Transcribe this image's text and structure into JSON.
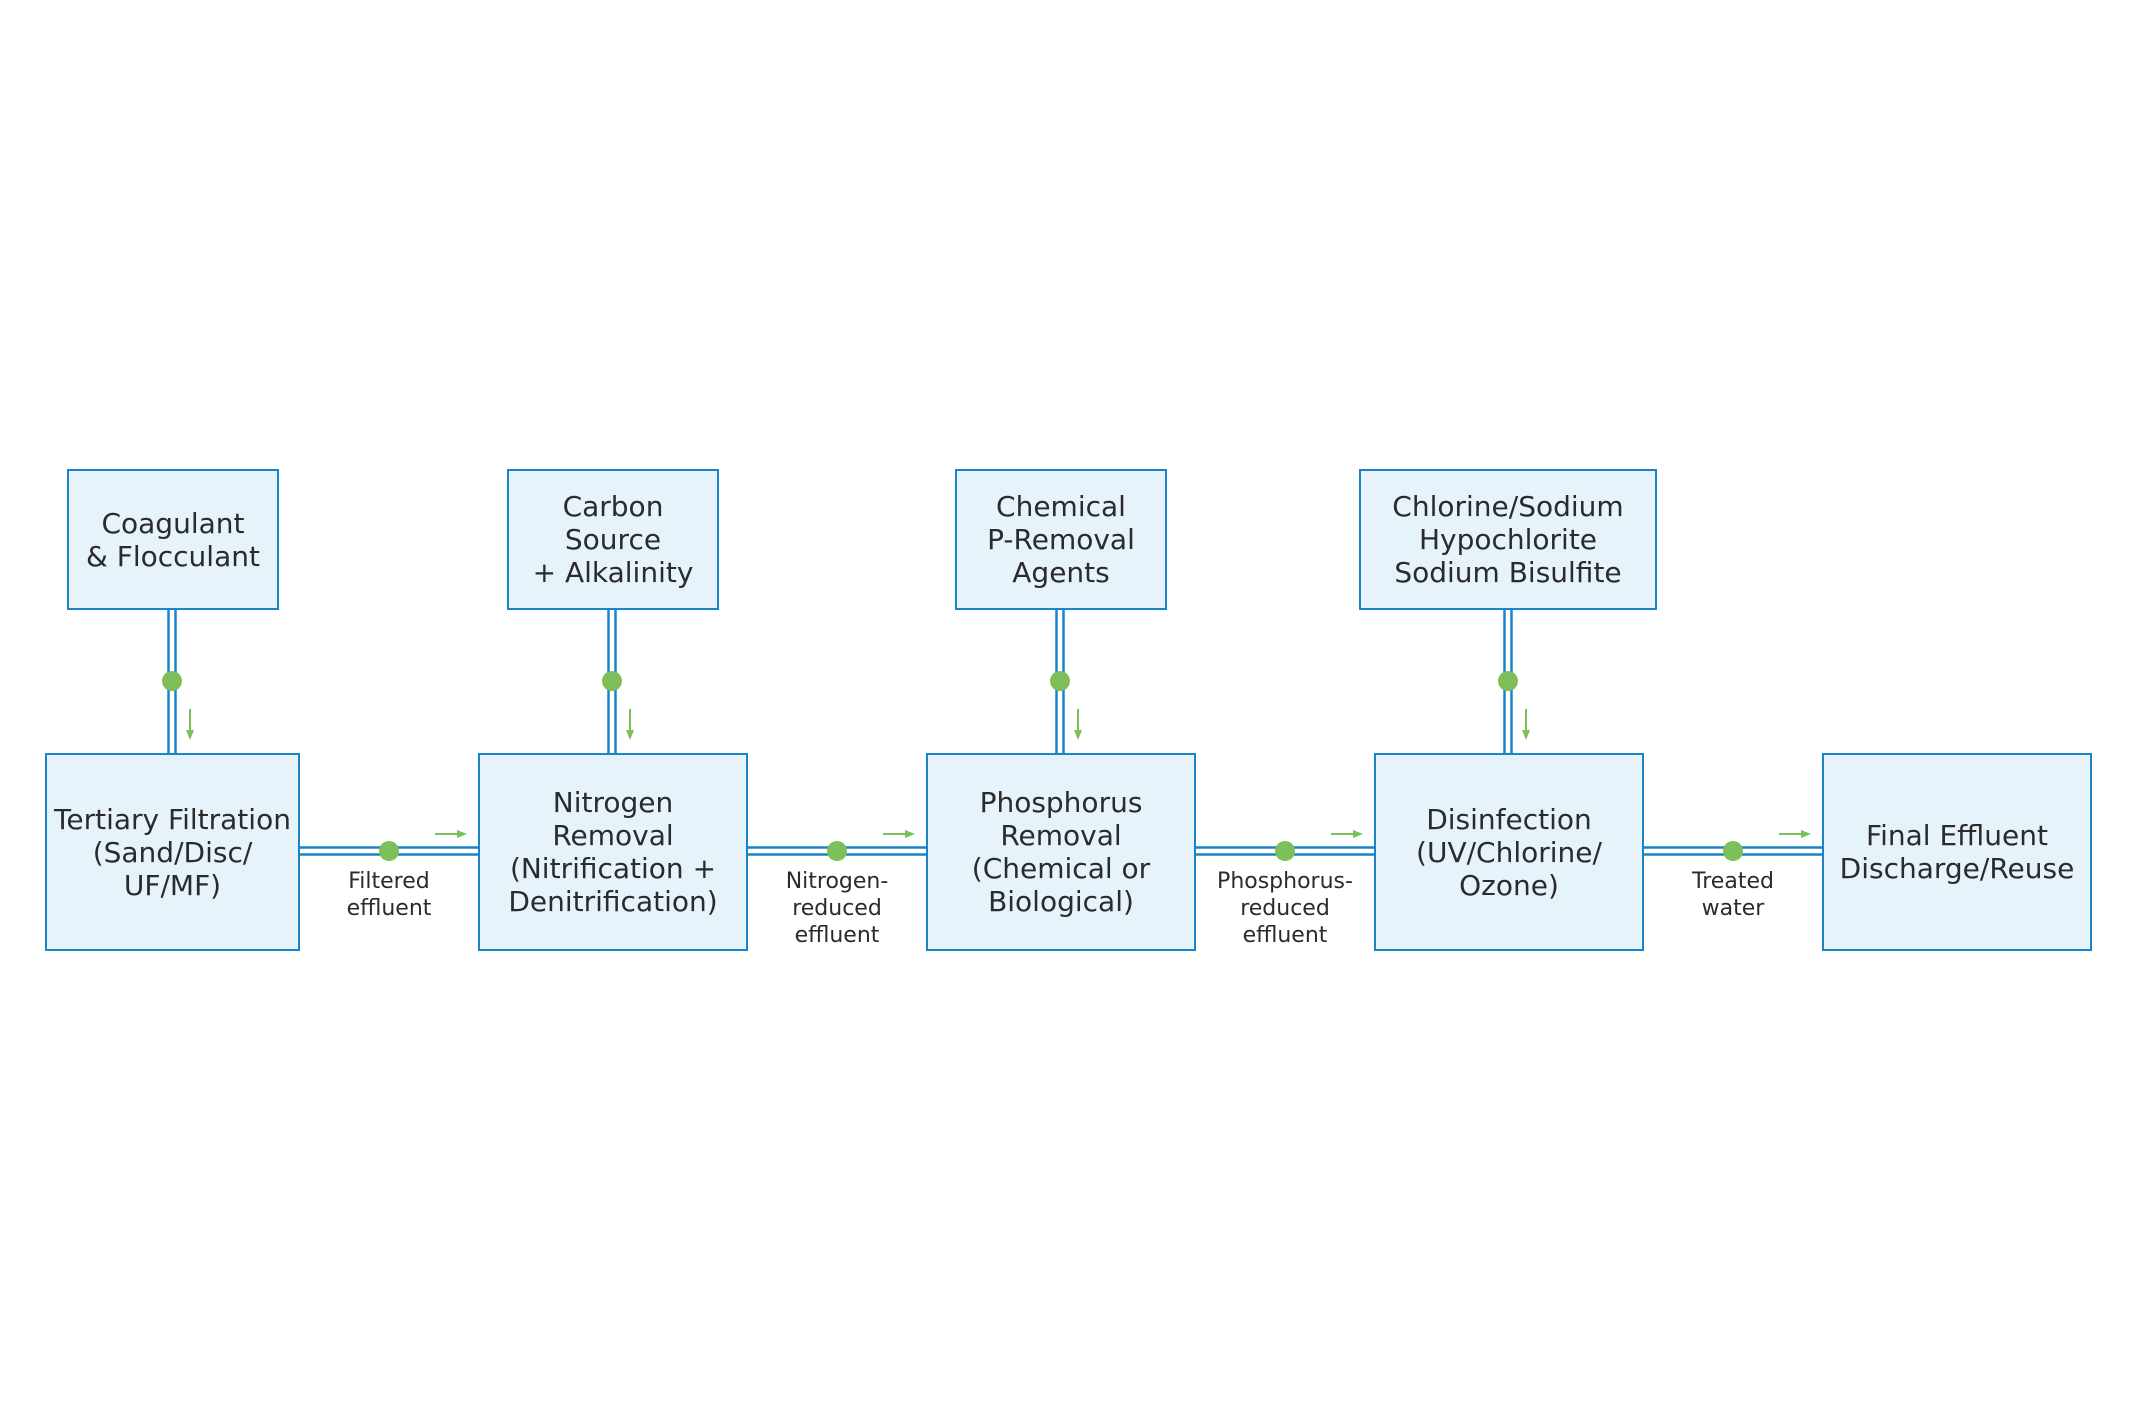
{
  "colors": {
    "box_fill": "#e6f3fb",
    "box_border": "#1b84c7",
    "pipe": "#1b84c7",
    "junction": "#7dc05a",
    "arrow": "#7dc05a",
    "text": "#2b2b2b"
  },
  "chemicals": [
    {
      "id": "coagulant",
      "label": "Coagulant\n& Flocculant"
    },
    {
      "id": "carbon",
      "label": "Carbon\nSource\n+ Alkalinity"
    },
    {
      "id": "p-removal-agents",
      "label": "Chemical\nP-Removal\nAgents"
    },
    {
      "id": "chlorine",
      "label": "Chlorine/Sodium\nHypochlorite\nSodium Bisulfite"
    }
  ],
  "processes": [
    {
      "id": "tertiary-filtration",
      "label": "Tertiary Filtration\n(Sand/Disc/\nUF/MF)"
    },
    {
      "id": "nitrogen-removal",
      "label": "Nitrogen\nRemoval\n(Nitrification +\nDenitrification)"
    },
    {
      "id": "phosphorus-removal",
      "label": "Phosphorus\nRemoval\n(Chemical or\nBiological)"
    },
    {
      "id": "disinfection",
      "label": "Disinfection\n(UV/Chlorine/\nOzone)"
    },
    {
      "id": "final-effluent",
      "label": "Final Effluent\nDischarge/Reuse"
    }
  ],
  "flows": [
    {
      "id": "filtered-effluent",
      "label": "Filtered\neffluent"
    },
    {
      "id": "nitrogen-reduced-effluent",
      "label": "Nitrogen-\nreduced\neffluent"
    },
    {
      "id": "phosphorus-reduced-effluent",
      "label": "Phosphorus-\nreduced\neffluent"
    },
    {
      "id": "treated-water",
      "label": "Treated\nwater"
    }
  ]
}
